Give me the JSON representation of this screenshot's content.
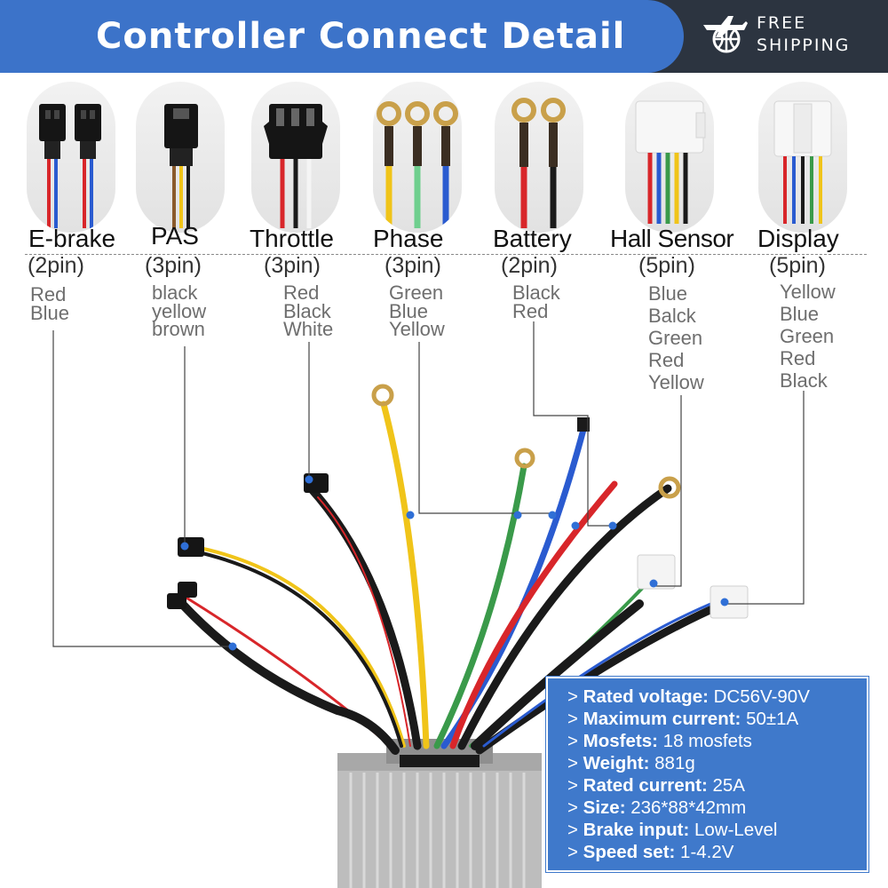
{
  "header": {
    "title": "Controller Connect Detail",
    "badge_line1": "FREE",
    "badge_line2": "SHIPPING",
    "badge_icon": "plane-globe-icon",
    "title_bg": "#3c73c9",
    "badge_bg": "#2c3440"
  },
  "connectors": [
    {
      "name": "E-brake",
      "pins": "(2pin)",
      "wires": [
        "Red",
        "Blue"
      ]
    },
    {
      "name": "PAS",
      "pins": "(3pin)",
      "wires": [
        "black",
        "yellow",
        "brown"
      ]
    },
    {
      "name": "Throttle",
      "pins": "(3pin)",
      "wires": [
        "Red",
        "Black",
        "White"
      ]
    },
    {
      "name": "Phase",
      "pins": "(3pin)",
      "wires": [
        "Green",
        "Blue",
        "Yellow"
      ]
    },
    {
      "name": "Battery",
      "pins": "(2pin)",
      "wires": [
        "Black",
        "Red"
      ]
    },
    {
      "name": "Hall Sensor",
      "pins": "(5pin)",
      "wires": [
        "Blue",
        "Balck",
        "Green",
        "Red",
        "Yellow"
      ]
    },
    {
      "name": "Display",
      "pins": "(5pin)",
      "wires": [
        "Yellow",
        "Blue",
        "Green",
        "Red",
        "Black"
      ]
    }
  ],
  "specs": [
    {
      "prefix": "> ",
      "label": "Rated voltage:",
      "value": " DC56V-90V"
    },
    {
      "prefix": "> ",
      "label": "Maximum current:",
      "value": " 50±1A"
    },
    {
      "prefix": "> ",
      "label": "Mosfets:",
      "value": " 18 mosfets"
    },
    {
      "prefix": "> ",
      "label": "Weight:",
      "value": " 881g"
    },
    {
      "prefix": "> ",
      "label": "Rated current:",
      "value": " 25A"
    },
    {
      "prefix": "> ",
      "label": "Size:",
      "value": " 236*88*42mm"
    },
    {
      "prefix": "> ",
      "label": "Brake input:",
      "value": "  Low-Level"
    },
    {
      "prefix": "> ",
      "label": "Speed set:",
      "value": "  1-4.2V"
    }
  ],
  "colors": {
    "spec_bg": "#3f79cb",
    "marker": "#2f6fd6",
    "wire_red": "#d8262a",
    "wire_blue": "#2a5bd0",
    "wire_yellow": "#f0c419",
    "wire_green": "#3a9a4a",
    "wire_black": "#1a1a1a"
  }
}
